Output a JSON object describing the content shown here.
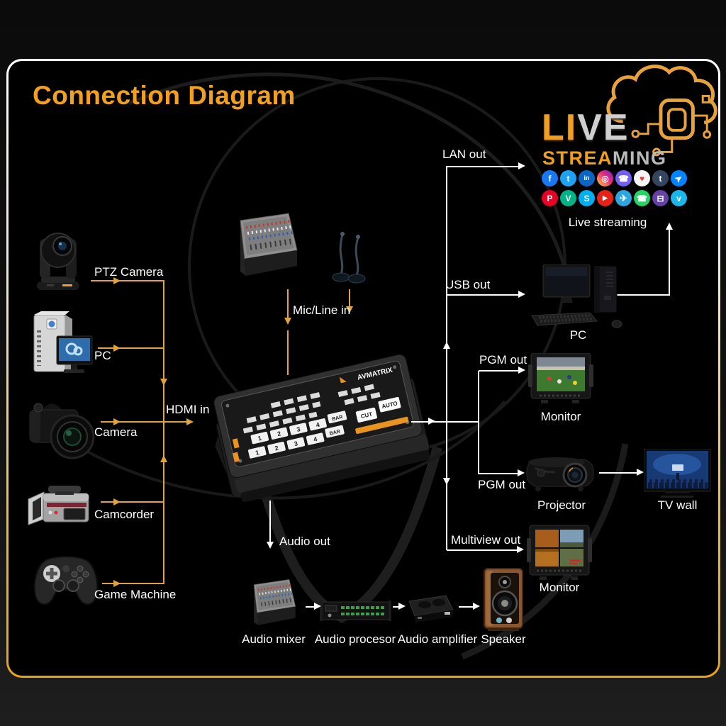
{
  "title": "Connection Diagram",
  "logo": {
    "live_part1": "LI",
    "live_part2": "VE",
    "streaming_part1": "STREA",
    "streaming_part2": "MING",
    "caption": "Live streaming",
    "social_row1": [
      {
        "name": "facebook",
        "glyph": "f",
        "color": "#1877F2",
        "fg": "#ffffff"
      },
      {
        "name": "twitter",
        "glyph": "t",
        "color": "#1DA1F2",
        "fg": "#ffffff"
      },
      {
        "name": "linkedin",
        "glyph": "in",
        "color": "#0A66C2",
        "fg": "#ffffff"
      },
      {
        "name": "instagram",
        "glyph": "◎",
        "color": "linear-gradient(45deg,#f9ce34,#ee2a7b 55%,#6228d7)",
        "fg": "#ffffff"
      },
      {
        "name": "viber",
        "glyph": "☎",
        "color": "#7360F2",
        "fg": "#ffffff"
      },
      {
        "name": "periscope",
        "glyph": "♥",
        "color": "#f5f5f5",
        "fg": "#e0443a"
      },
      {
        "name": "tumblr",
        "glyph": "t",
        "color": "#34465D",
        "fg": "#ffffff"
      },
      {
        "name": "messenger",
        "glyph": "➤",
        "color": "#0084FF",
        "fg": "#ffffff"
      }
    ],
    "social_row2": [
      {
        "name": "pinterest",
        "glyph": "P",
        "color": "#E60023",
        "fg": "#ffffff"
      },
      {
        "name": "vine",
        "glyph": "V",
        "color": "#00B488",
        "fg": "#ffffff"
      },
      {
        "name": "skype",
        "glyph": "S",
        "color": "#00AFF0",
        "fg": "#ffffff"
      },
      {
        "name": "youtube",
        "glyph": "▶",
        "color": "#E62117",
        "fg": "#ffffff"
      },
      {
        "name": "telegram",
        "glyph": "✈",
        "color": "#2CA5E0",
        "fg": "#ffffff"
      },
      {
        "name": "whatsapp",
        "glyph": "☎",
        "color": "#25D366",
        "fg": "#ffffff"
      },
      {
        "name": "twitch",
        "glyph": "⊟",
        "color": "#6441A4",
        "fg": "#ffffff"
      },
      {
        "name": "vimeo",
        "glyph": "v",
        "color": "#1AB7EA",
        "fg": "#ffffff"
      }
    ]
  },
  "sources": [
    {
      "label": "PTZ Camera"
    },
    {
      "label": "PC"
    },
    {
      "label": "Camera"
    },
    {
      "label": "Camcorder"
    },
    {
      "label": "Game Machine"
    }
  ],
  "connections": {
    "hdmi_in": "HDMI in",
    "mic_line_in": "Mic/Line in",
    "lan_out": "LAN out",
    "usb_out": "USB out",
    "pgm_out_1": "PGM out",
    "pgm_out_2": "PGM out",
    "multiview_out": "Multiview out",
    "audio_out": "Audio out"
  },
  "destinations": {
    "pc": "PC",
    "monitor_pgm": "Monitor",
    "projector": "Projector",
    "tv_wall": "TV wall",
    "monitor_multiview": "Monitor",
    "audio_mixer": "Audio mixer",
    "audio_processor": "Audio procesor",
    "audio_amplifier": "Audio amplifier",
    "speaker": "Speaker"
  },
  "switcher": {
    "brand": "AVMATRIX",
    "keys_row1": [
      "1",
      "2",
      "3",
      "4"
    ],
    "keys_row2": [
      "1",
      "2",
      "3",
      "4"
    ],
    "bar": "BAR",
    "cut": "CUT",
    "auto": "AUTO"
  },
  "colors": {
    "title_gold": "#f2a01d",
    "line_orange": "#e2a23c",
    "line_white": "#ffffff",
    "switcher_accent": "#e8941f",
    "frame_gradient_top": "#ffffff",
    "frame_gradient_bottom": "#e5a122"
  }
}
